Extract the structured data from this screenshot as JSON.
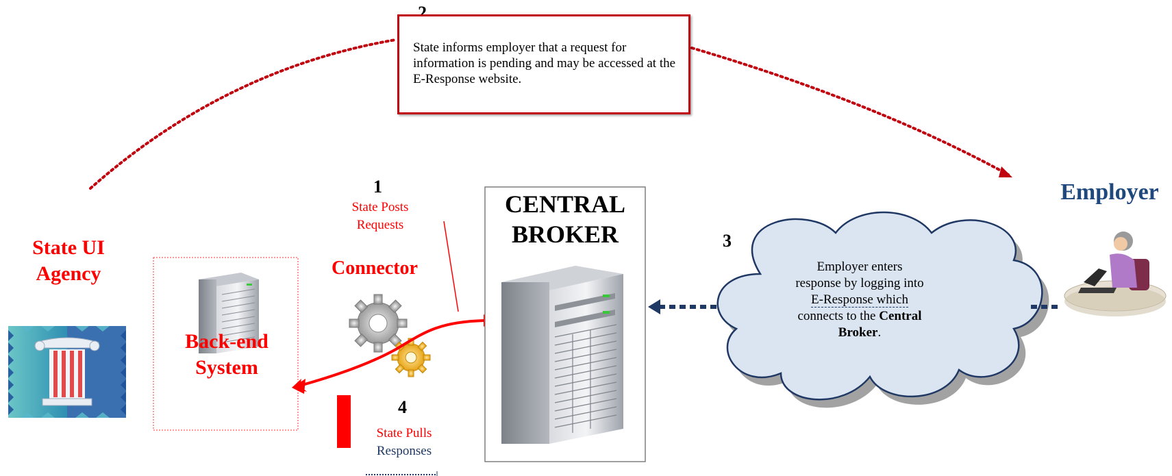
{
  "step2": {
    "number": "2",
    "text": "State informs employer that a request for information is pending and may be accessed at the E-Response website."
  },
  "step1": {
    "number": "1",
    "line1": "State Posts",
    "line2": "Requests"
  },
  "step3": {
    "number": "3"
  },
  "step4": {
    "number": "4",
    "line1": "State Pulls",
    "line2": "Responses"
  },
  "agency": {
    "line1": "State UI",
    "line2": "Agency"
  },
  "backend": {
    "line1": "Back-end",
    "line2": "System"
  },
  "connector": {
    "label": "Connector"
  },
  "broker": {
    "line1": "CENTRAL",
    "line2": "BROKER"
  },
  "employer": {
    "label": "Employer"
  },
  "cloud": {
    "line1": "Employer enters",
    "line2": "response by logging into",
    "line3": "E-Response which",
    "line4_prefix": "connects to the ",
    "line4_bold": "Central",
    "line5_bold": "Broker",
    "line5_suffix": "."
  },
  "colors": {
    "red": "#ff0000",
    "dark_red": "#c0000c",
    "navy": "#1f497d",
    "dark_navy": "#1f3864",
    "cloud_fill": "#dbe5f1"
  },
  "icons": [
    "server-icon",
    "gear-icon",
    "column-logo-icon",
    "employer-person-icon"
  ]
}
